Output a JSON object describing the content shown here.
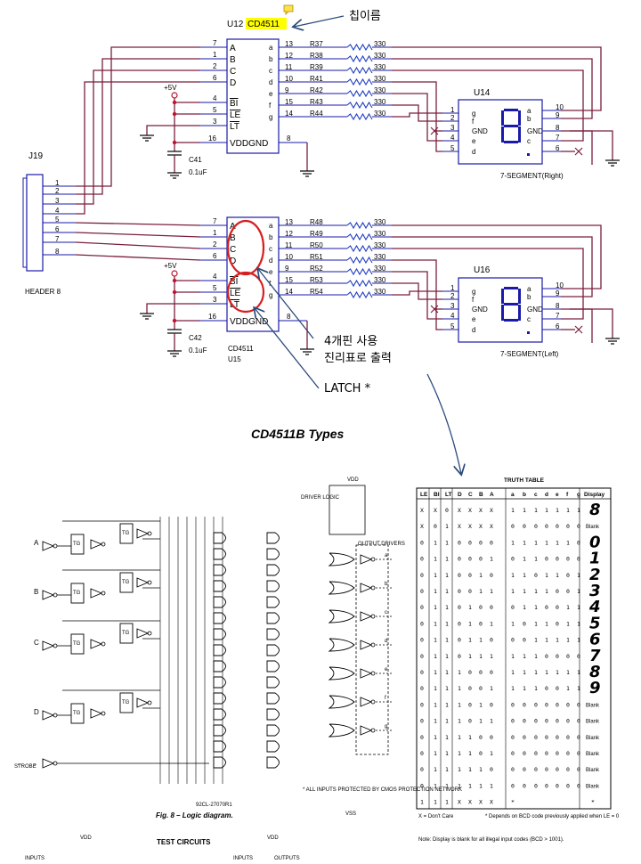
{
  "annotations": {
    "chip_name": "칩이름",
    "uses_4_pins": "4개핀 사용",
    "truth_table_out": "진리표로 출력",
    "latch": "LATCH *"
  },
  "upper_circuit": {
    "ic_ref": "U12",
    "ic_part": "CD4511",
    "inputs": [
      "A",
      "B",
      "C",
      "D"
    ],
    "input_pins": [
      "7",
      "1",
      "2",
      "6"
    ],
    "ctrl": [
      "BI",
      "LE",
      "LT"
    ],
    "ctrl_pins": [
      "4",
      "5",
      "3"
    ],
    "vdd_gnd": "VDDGND",
    "vdd_pin": "16",
    "gnd_pin": "8",
    "out_pins": [
      "13",
      "12",
      "11",
      "10",
      "9",
      "15",
      "14"
    ],
    "out_segs": [
      "a",
      "b",
      "c",
      "d",
      "e",
      "f",
      "g"
    ],
    "resistors": [
      "R37",
      "R38",
      "R39",
      "R41",
      "R42",
      "R43",
      "R44"
    ],
    "r_val": "330",
    "vcc": "+5V",
    "cap_ref": "C41",
    "cap_val": "0.1uF",
    "disp_ref": "U14",
    "disp_name": "7-SEGMENT(Right)",
    "disp_left_pins": [
      "1",
      "2",
      "3",
      "4",
      "5"
    ],
    "disp_left_segs": [
      "g",
      "f",
      "GND",
      "e",
      "d"
    ],
    "disp_right_pins": [
      "10",
      "9",
      "8",
      "7",
      "6"
    ],
    "disp_right_segs": [
      "a",
      "b",
      "GND",
      "c",
      "."
    ]
  },
  "lower_circuit": {
    "ic_ref": "U15",
    "ic_part": "CD4511",
    "inputs": [
      "A",
      "B",
      "C",
      "D"
    ],
    "input_pins": [
      "7",
      "1",
      "2",
      "6"
    ],
    "ctrl": [
      "BI",
      "LE",
      "LT"
    ],
    "ctrl_pins": [
      "4",
      "5",
      "3"
    ],
    "vdd_gnd": "VDDGND",
    "vdd_pin": "16",
    "gnd_pin": "8",
    "out_pins": [
      "13",
      "12",
      "11",
      "10",
      "9",
      "15",
      "14"
    ],
    "out_segs": [
      "a",
      "b",
      "c",
      "d",
      "e",
      "f",
      "g"
    ],
    "resistors": [
      "R48",
      "R49",
      "R50",
      "R51",
      "R52",
      "R53",
      "R54"
    ],
    "r_val": "330",
    "vcc": "+5V",
    "cap_ref": "C42",
    "cap_val": "0.1uF",
    "disp_ref": "U16",
    "disp_name": "7-SEGMENT(Left)",
    "disp_left_pins": [
      "1",
      "2",
      "3",
      "4",
      "5"
    ],
    "disp_left_segs": [
      "g",
      "f",
      "GND",
      "e",
      "d"
    ],
    "disp_right_pins": [
      "10",
      "9",
      "8",
      "7",
      "6"
    ],
    "disp_right_segs": [
      "a",
      "b",
      "GND",
      "c",
      "."
    ]
  },
  "header": {
    "ref": "J19",
    "name": "HEADER 8",
    "pins": [
      "1",
      "2",
      "3",
      "4",
      "5",
      "6",
      "7",
      "8"
    ]
  },
  "datasheet": {
    "title": "CD4511B Types",
    "fig_caption": "Fig. 8 – Logic diagram.",
    "test_circuits": "TEST CIRCUITS",
    "strobe": "STROBE",
    "driver_logic": "DRIVER LOGIC",
    "output_drivers": "OUTPUT DRIVERS",
    "inputs_note": "* ALL INPUTS PROTECTED BY CMOS PROTECTION NETWORK",
    "fig_id": "92CL-27070R1",
    "inputs_lbl": "INPUTS",
    "outputs_lbl": "OUTPUTS",
    "vdd": "VDD",
    "vss": "VSS",
    "tg": "TG",
    "input_letters": [
      "A",
      "B",
      "C",
      "D"
    ],
    "out_letters": [
      "a",
      "b",
      "c",
      "d",
      "e",
      "f",
      "g"
    ]
  },
  "truth_table": {
    "title": "TRUTH TABLE",
    "headers": [
      "LE",
      "BI",
      "LT",
      "D",
      "C",
      "B",
      "A",
      "a",
      "b",
      "c",
      "d",
      "e",
      "f",
      "g",
      "Display"
    ],
    "rows": [
      [
        "X",
        "X",
        "0",
        "X",
        "X",
        "X",
        "X",
        "1",
        "1",
        "1",
        "1",
        "1",
        "1",
        "1",
        "8"
      ],
      [
        "X",
        "0",
        "1",
        "X",
        "X",
        "X",
        "X",
        "0",
        "0",
        "0",
        "0",
        "0",
        "0",
        "0",
        "Blank"
      ],
      [
        "0",
        "1",
        "1",
        "0",
        "0",
        "0",
        "0",
        "1",
        "1",
        "1",
        "1",
        "1",
        "1",
        "0",
        "0"
      ],
      [
        "0",
        "1",
        "1",
        "0",
        "0",
        "0",
        "1",
        "0",
        "1",
        "1",
        "0",
        "0",
        "0",
        "0",
        "1"
      ],
      [
        "0",
        "1",
        "1",
        "0",
        "0",
        "1",
        "0",
        "1",
        "1",
        "0",
        "1",
        "1",
        "0",
        "1",
        "2"
      ],
      [
        "0",
        "1",
        "1",
        "0",
        "0",
        "1",
        "1",
        "1",
        "1",
        "1",
        "1",
        "0",
        "0",
        "1",
        "3"
      ],
      [
        "0",
        "1",
        "1",
        "0",
        "1",
        "0",
        "0",
        "0",
        "1",
        "1",
        "0",
        "0",
        "1",
        "1",
        "4"
      ],
      [
        "0",
        "1",
        "1",
        "0",
        "1",
        "0",
        "1",
        "1",
        "0",
        "1",
        "1",
        "0",
        "1",
        "1",
        "5"
      ],
      [
        "0",
        "1",
        "1",
        "0",
        "1",
        "1",
        "0",
        "0",
        "0",
        "1",
        "1",
        "1",
        "1",
        "1",
        "6"
      ],
      [
        "0",
        "1",
        "1",
        "0",
        "1",
        "1",
        "1",
        "1",
        "1",
        "1",
        "0",
        "0",
        "0",
        "0",
        "7"
      ],
      [
        "0",
        "1",
        "1",
        "1",
        "0",
        "0",
        "0",
        "1",
        "1",
        "1",
        "1",
        "1",
        "1",
        "1",
        "8"
      ],
      [
        "0",
        "1",
        "1",
        "1",
        "0",
        "0",
        "1",
        "1",
        "1",
        "1",
        "0",
        "0",
        "1",
        "1",
        "9"
      ],
      [
        "0",
        "1",
        "1",
        "1",
        "0",
        "1",
        "0",
        "0",
        "0",
        "0",
        "0",
        "0",
        "0",
        "0",
        "Blank"
      ],
      [
        "0",
        "1",
        "1",
        "1",
        "0",
        "1",
        "1",
        "0",
        "0",
        "0",
        "0",
        "0",
        "0",
        "0",
        "Blank"
      ],
      [
        "0",
        "1",
        "1",
        "1",
        "1",
        "0",
        "0",
        "0",
        "0",
        "0",
        "0",
        "0",
        "0",
        "0",
        "Blank"
      ],
      [
        "0",
        "1",
        "1",
        "1",
        "1",
        "0",
        "1",
        "0",
        "0",
        "0",
        "0",
        "0",
        "0",
        "0",
        "Blank"
      ],
      [
        "0",
        "1",
        "1",
        "1",
        "1",
        "1",
        "0",
        "0",
        "0",
        "0",
        "0",
        "0",
        "0",
        "0",
        "Blank"
      ],
      [
        "0",
        "1",
        "1",
        "1",
        "1",
        "1",
        "1",
        "0",
        "0",
        "0",
        "0",
        "0",
        "0",
        "0",
        "Blank"
      ],
      [
        "1",
        "1",
        "1",
        "X",
        "X",
        "X",
        "X",
        "*",
        "",
        "",
        "",
        "",
        "",
        "",
        "*"
      ]
    ],
    "note_x": "X = Don't Care",
    "note_star": "* Depends on BCD code previously applied when LE = 0",
    "note": "Note: Display is blank for all illegal input codes (BCD > 1001)."
  },
  "colors": {
    "wire": "#7a1f3d",
    "resistor": "#1f3dbf",
    "pin_line": "#1a1aa8",
    "highlight": "#ffff00",
    "circle": "#d62020",
    "arrow": "#2a4a7a",
    "vcc": "#c8102e"
  }
}
